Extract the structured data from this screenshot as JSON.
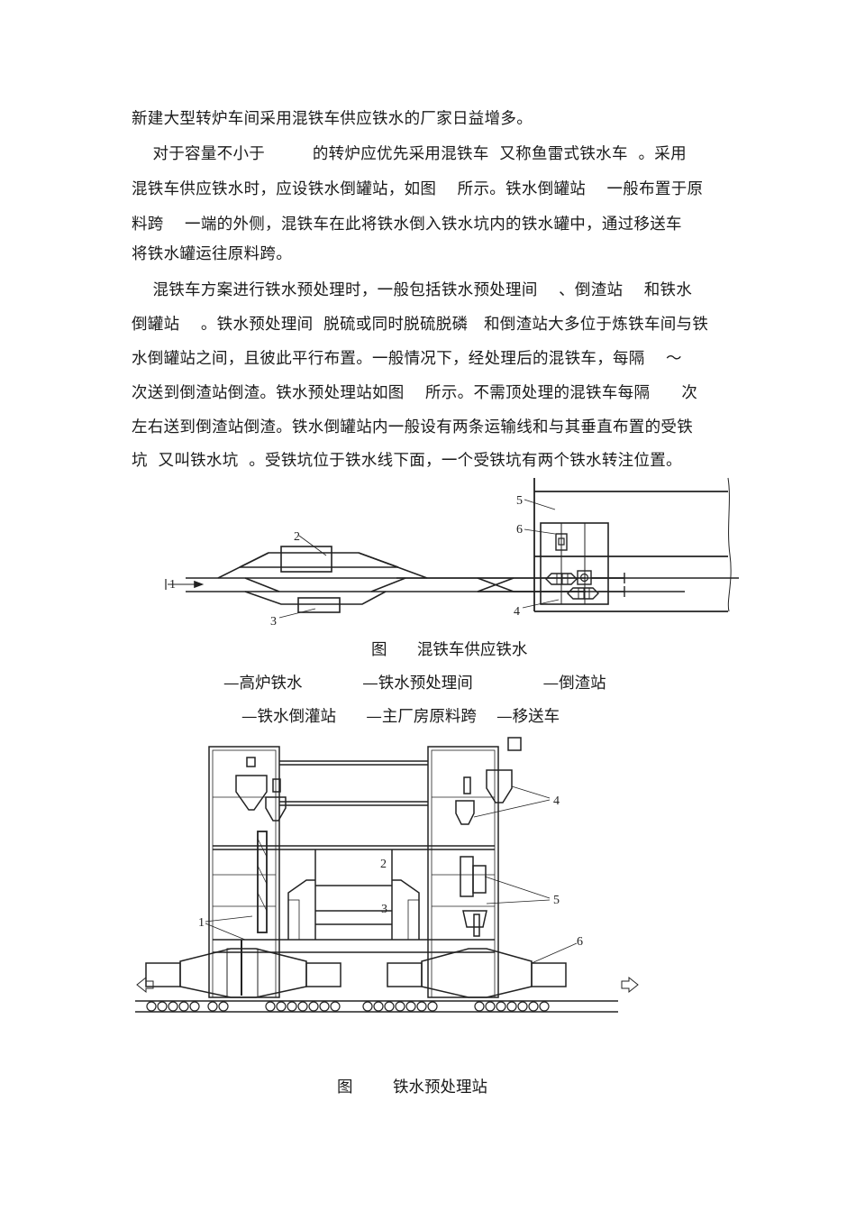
{
  "body_text": {
    "lines": [
      "新建大型转炉车间采用混铁车供应铁水的厂家日益增多。",
      "    对于容量不小于         的转炉应优先采用混铁车  又称鱼雷式铁水车  。采用",
      "混铁车供应铁水时，应设铁水倒罐站，如图    所示。铁水倒罐站    一般布置于原",
      "料跨    一端的外侧，混铁车在此将铁水倒入铁水坑内的铁水罐中，通过移送车",
      "将铁水罐运往原料跨。",
      "    混铁车方案进行铁水预处理时，一般包括铁水预处理间    、倒渣站    和铁水",
      "倒罐站    。铁水预处理间  脱硫或同时脱硫脱磷   和倒渣站大多位于炼铁车间与铁",
      "水倒罐站之间，且彼此平行布置。一般情况下，经处理后的混铁车，每隔    ～",
      "次送到倒渣站倒渣。铁水预处理站如图    所示。不需顶处理的混铁车每隔      次",
      "左右送到倒渣站倒渣。铁水倒罐站内一般设有两条运输线和与其垂直布置的受铁",
      "坑  又叫铁水坑  。受铁坑位于铁水线下面，一个受铁坑有两个铁水转注位置。"
    ]
  },
  "figure1": {
    "labels": [
      "1",
      "2",
      "3",
      "4",
      "5",
      "6"
    ],
    "caption": "图      混铁车供应铁水",
    "legend_row1": "—高炉铁水            —铁水预处理间              —倒渣站",
    "legend_row2": "—铁水倒灌站      —主厂房原料跨    —移送车"
  },
  "figure2": {
    "labels": [
      "1",
      "2",
      "3",
      "4",
      "5",
      "6"
    ],
    "caption": "图        铁水预处理站"
  }
}
